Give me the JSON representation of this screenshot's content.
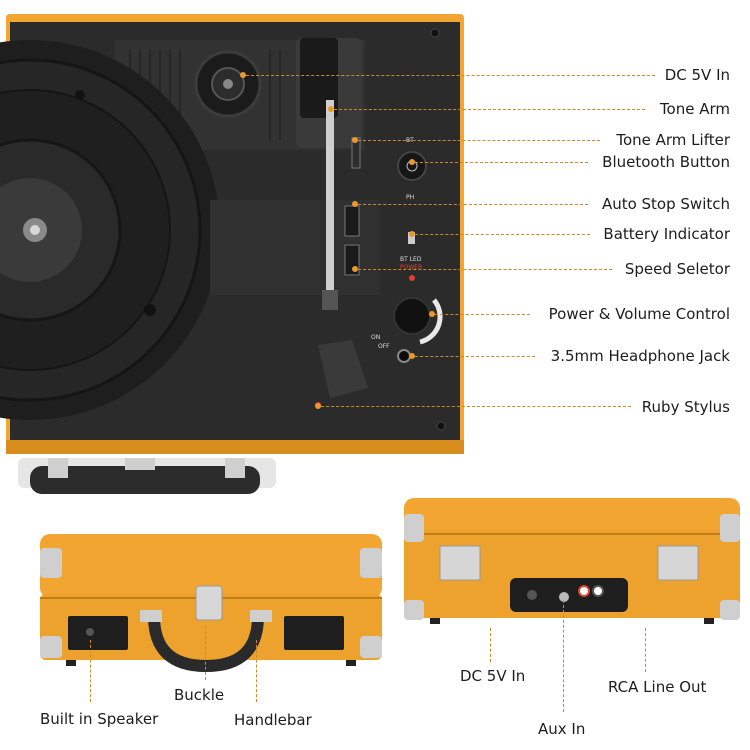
{
  "colors": {
    "case": "#f2a631",
    "case_dark": "#d98d1c",
    "deck": "#2a2a2a",
    "platter": "#1e1e1e",
    "leader": "#c98a2a",
    "dot": "#e89a2a"
  },
  "top_view": {
    "callouts": [
      {
        "id": "dc-in",
        "label": "DC 5V In"
      },
      {
        "id": "tone-arm",
        "label": "Tone Arm"
      },
      {
        "id": "tone-arm-lifter",
        "label": "Tone Arm Lifter"
      },
      {
        "id": "bluetooth-button",
        "label": "Bluetooth Button"
      },
      {
        "id": "auto-stop-switch",
        "label": "Auto Stop Switch"
      },
      {
        "id": "battery-indicator",
        "label": "Battery Indicator"
      },
      {
        "id": "speed-selector",
        "label": "Speed Seletor"
      },
      {
        "id": "power-volume",
        "label": "Power & Volume Control"
      },
      {
        "id": "headphone-jack",
        "label": "3.5mm Headphone Jack"
      },
      {
        "id": "ruby-stylus",
        "label": "Ruby Stylus"
      }
    ],
    "panel_labels": {
      "bt": "BT",
      "ph": "PH",
      "bt_led": "BT LED",
      "power": "POWER",
      "on": "ON",
      "off": "OFF"
    }
  },
  "front_view": {
    "callouts": [
      {
        "id": "buckle",
        "label": "Buckle"
      },
      {
        "id": "built-in-speaker",
        "label": "Built in Speaker"
      },
      {
        "id": "handlebar",
        "label": "Handlebar"
      }
    ]
  },
  "back_view": {
    "callouts": [
      {
        "id": "dc-in-back",
        "label": "DC 5V In"
      },
      {
        "id": "rca-line-out",
        "label": "RCA Line Out"
      },
      {
        "id": "aux-in",
        "label": "Aux In"
      }
    ]
  }
}
